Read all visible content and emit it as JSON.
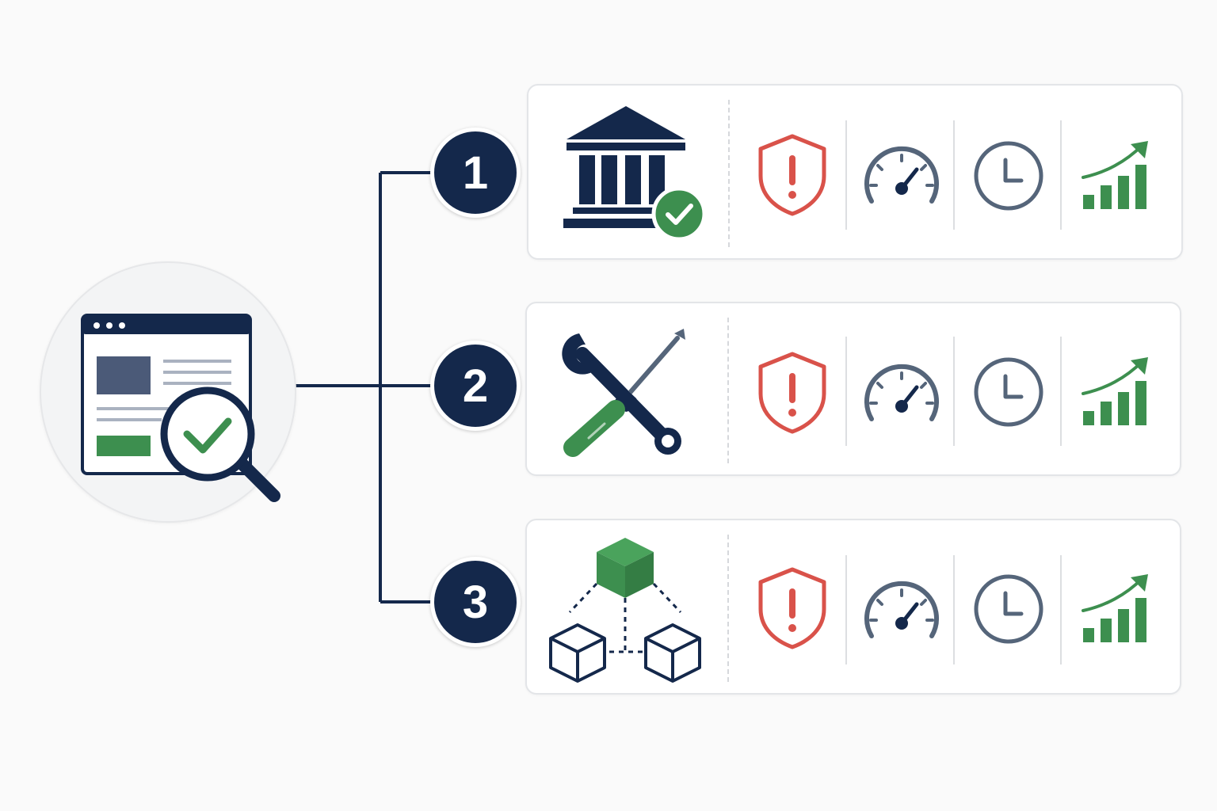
{
  "colors": {
    "navy": "#14284b",
    "green": "#3d8f4f",
    "red": "#d9524a",
    "slate": "#55657a",
    "line": "#14284b"
  },
  "hub": {
    "icons": [
      "browser-window-icon",
      "magnifier-check-icon"
    ]
  },
  "rows": [
    {
      "number": "1",
      "main_icon": "bank-verified-icon",
      "metric_icons": [
        "shield-alert-icon",
        "speedometer-icon",
        "clock-icon",
        "growth-chart-icon"
      ]
    },
    {
      "number": "2",
      "main_icon": "wrench-screwdriver-icon",
      "metric_icons": [
        "shield-alert-icon",
        "speedometer-icon",
        "clock-icon",
        "growth-chart-icon"
      ]
    },
    {
      "number": "3",
      "main_icon": "cube-network-icon",
      "metric_icons": [
        "shield-alert-icon",
        "speedometer-icon",
        "clock-icon",
        "growth-chart-icon"
      ]
    }
  ]
}
